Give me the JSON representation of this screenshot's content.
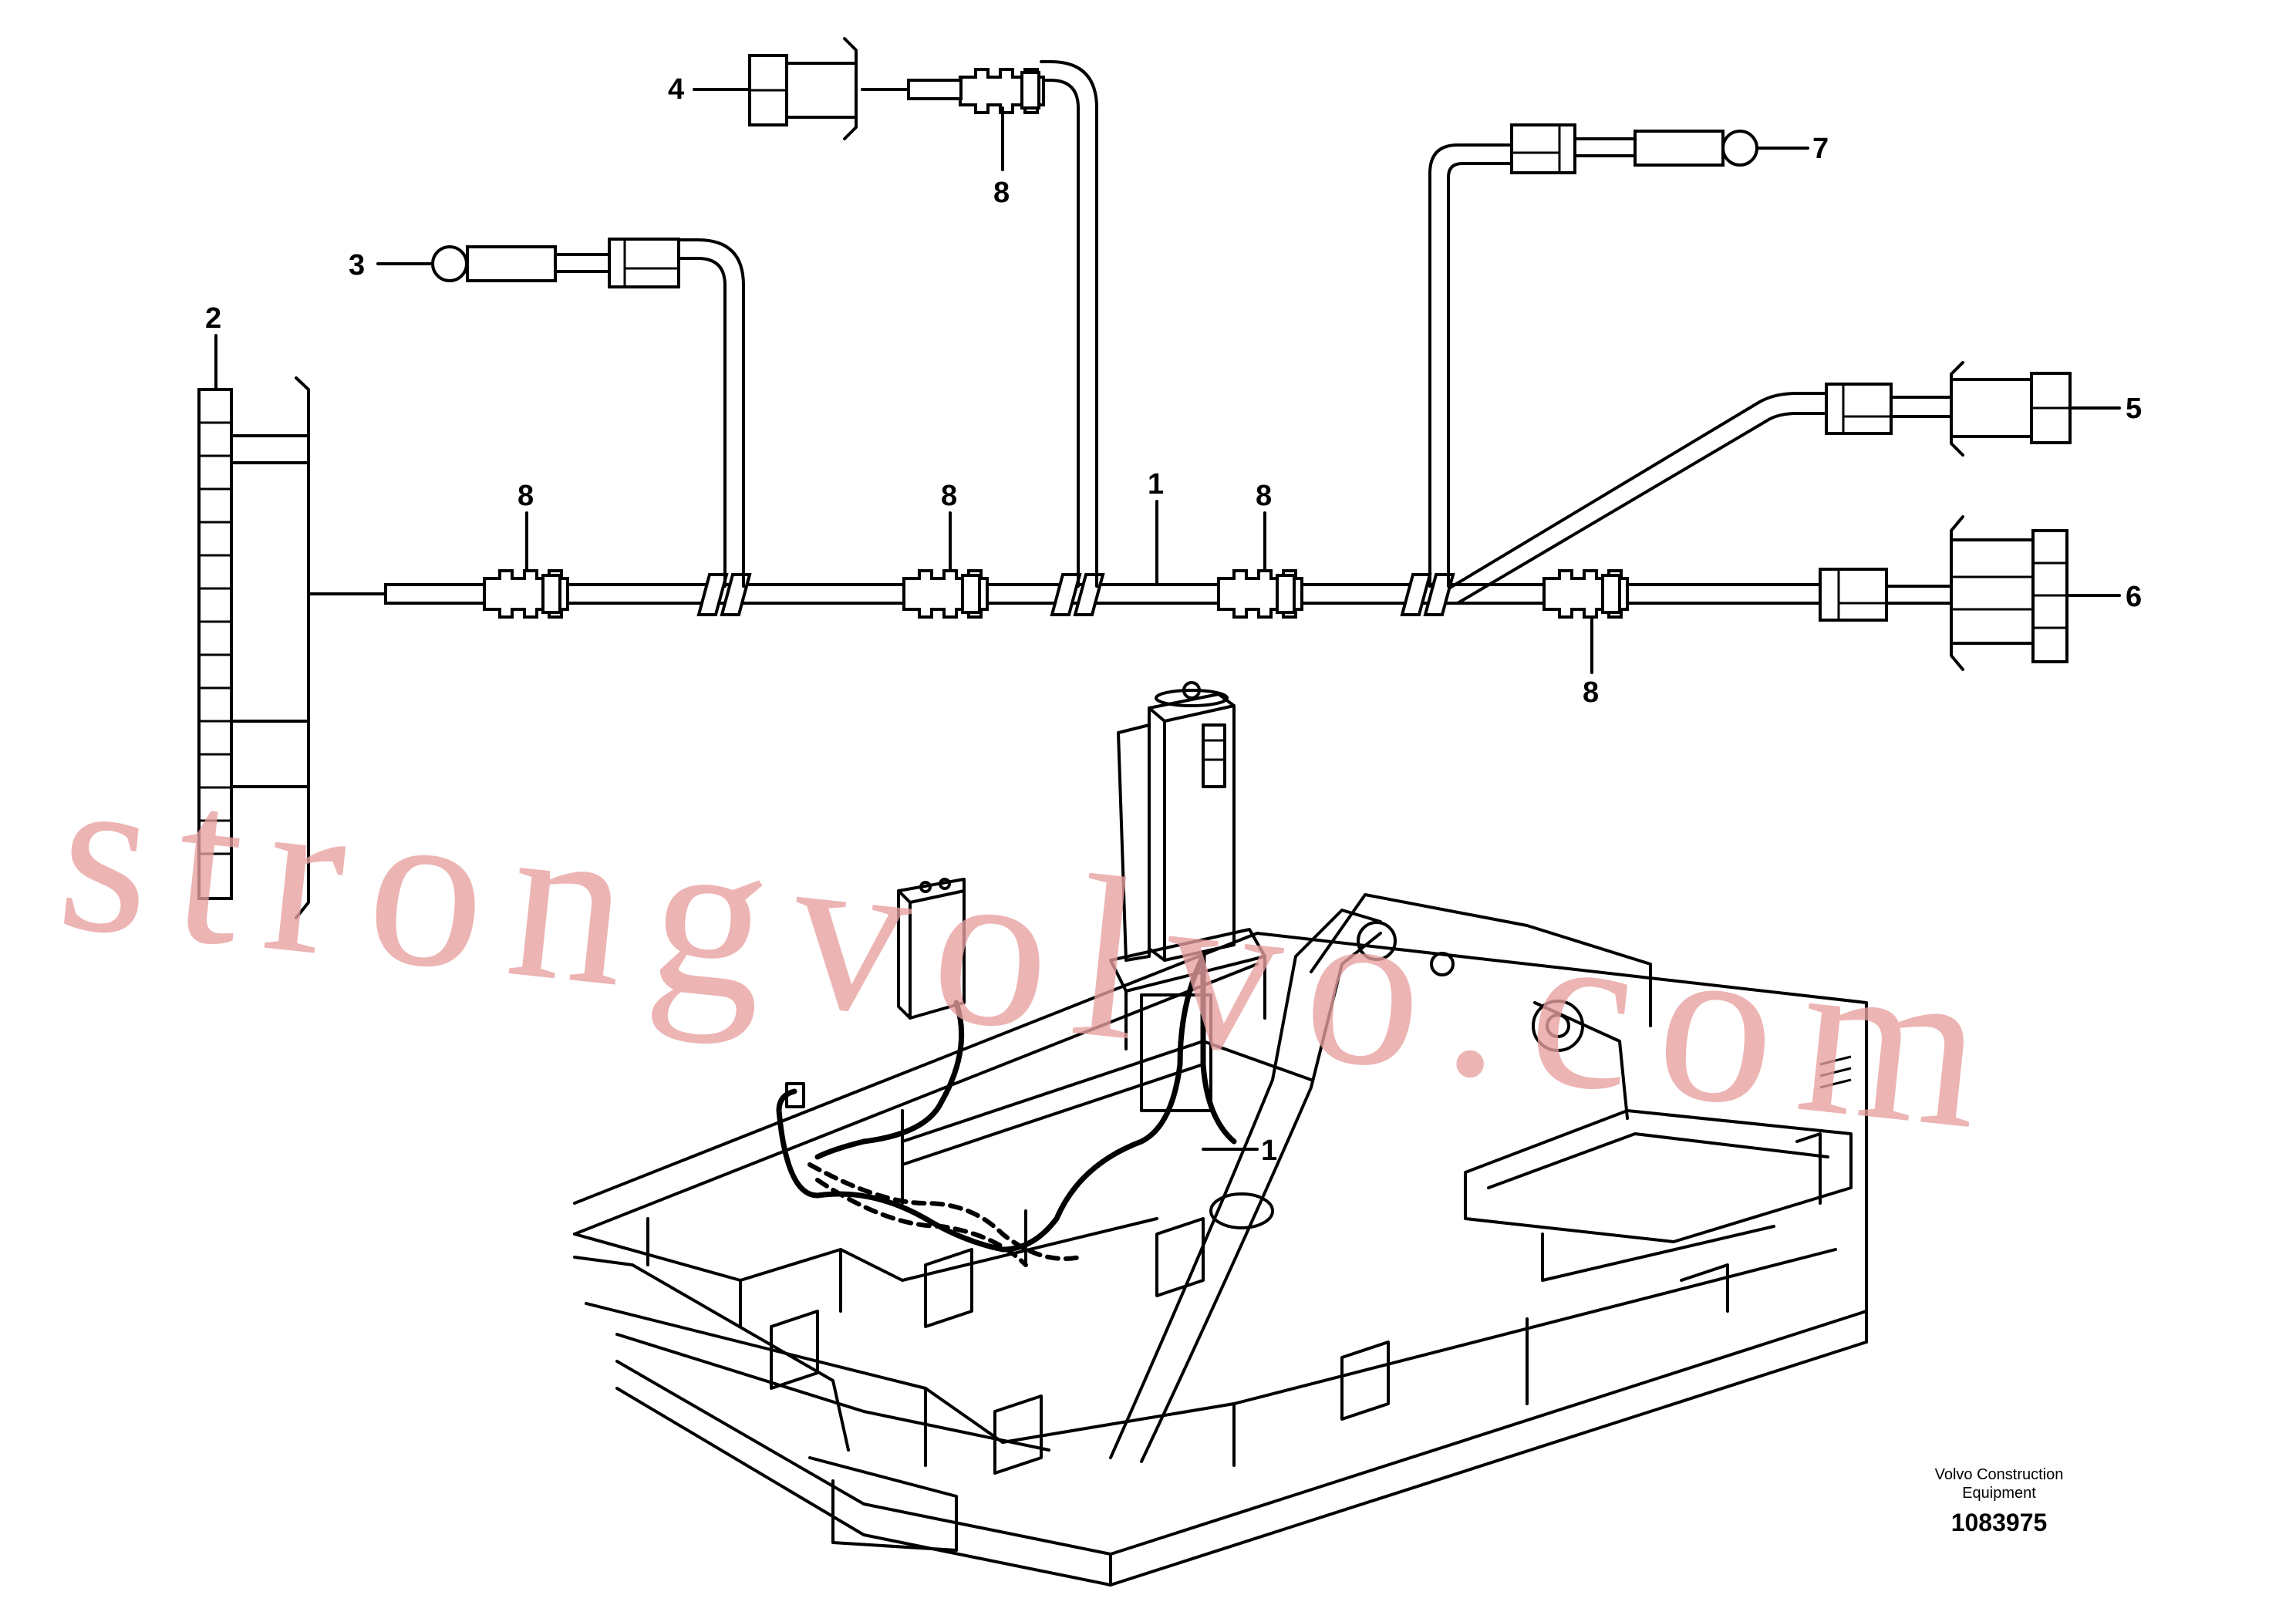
{
  "callouts": {
    "c1_harness": "1",
    "c1_frame": "1",
    "c2": "2",
    "c3": "3",
    "c4": "4",
    "c5": "5",
    "c6": "6",
    "c7": "7",
    "c8_a": "8",
    "c8_b": "8",
    "c8_c": "8",
    "c8_d": "8",
    "c8_e": "8"
  },
  "caption": {
    "line1": "Volvo Construction",
    "line2": "Equipment",
    "part_number": "1083975"
  },
  "watermark": "strongvolvo.com",
  "colors": {
    "line": "#000000",
    "watermark": "#e8a0a0",
    "background": "#ffffff"
  }
}
